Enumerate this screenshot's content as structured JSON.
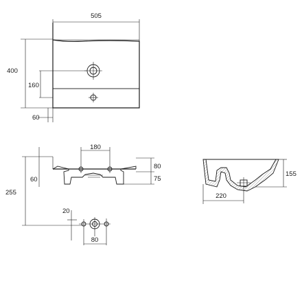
{
  "top_view": {
    "width_label": "505",
    "height_label": "400",
    "drain_offset_label": "160",
    "left_offset_label": "60"
  },
  "front_view": {
    "holes_spacing_label": "180",
    "rim_height_label": "80",
    "left_offset_label": "60",
    "lower_height_label": "75",
    "total_height_label": "255",
    "hole_offset_label": "20",
    "bottom_spacing_label": "80"
  },
  "side_view": {
    "height_label": "155",
    "depth_label": "220"
  }
}
